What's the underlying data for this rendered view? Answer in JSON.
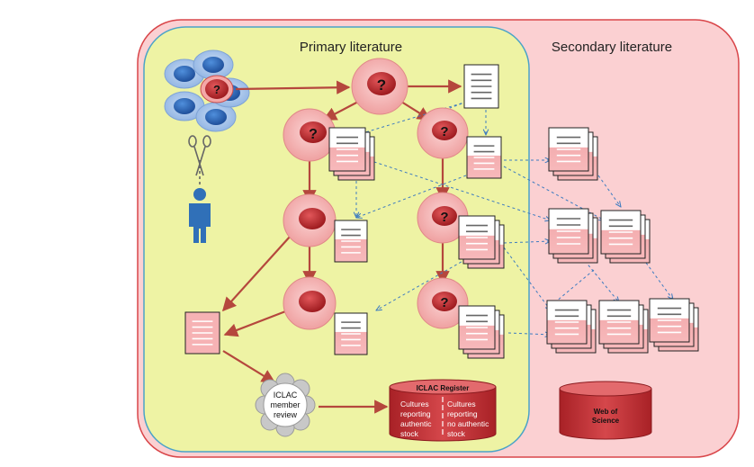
{
  "regions": {
    "primary_title": "Primary literature",
    "secondary_title": "Secondary literature"
  },
  "question_mark": "?",
  "iclac_member_review": [
    "ICLAC",
    "member",
    "review"
  ],
  "register": {
    "title": "ICLAC Register",
    "left_col": [
      "Cultures",
      "reporting",
      "authentic",
      "stock"
    ],
    "right_col": [
      "Cultures",
      "reporting",
      "no authentic",
      "stock"
    ]
  },
  "web_of_science": [
    "Web of",
    "Science"
  ],
  "colors": {
    "outer_fill": "#fbd0d2",
    "outer_stroke": "#d9464a",
    "primary_fill": "#eef3a4",
    "primary_stroke": "#4aa3c8",
    "node_fill": "#f6b5b5",
    "node_core": "#c0282c",
    "arrow": "#b5473d",
    "dash_arrow": "#3e7cc0",
    "person": "#3070b8",
    "cylinder": "#c6343a"
  }
}
